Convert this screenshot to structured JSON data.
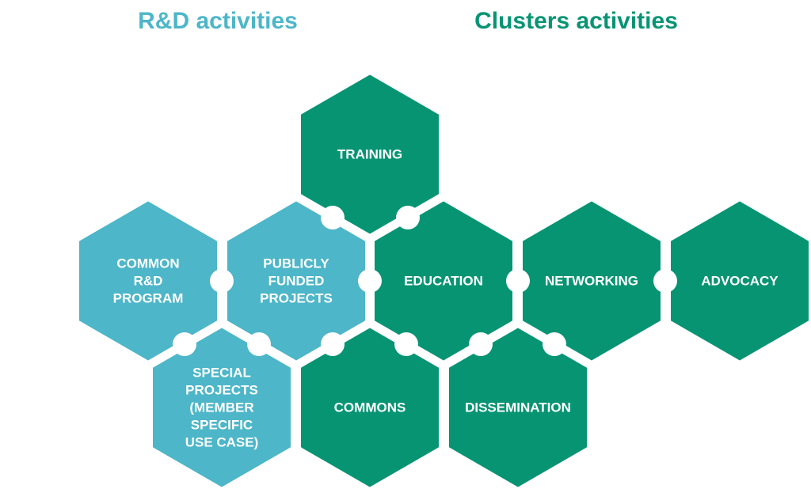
{
  "headings": {
    "rd": "R&D activities",
    "clusters": "Clusters activities"
  },
  "colors": {
    "rd": "#4DB6C8",
    "clusters": "#079473",
    "connector": "#ffffff"
  },
  "hexagons": [
    {
      "id": "training",
      "group": "clusters",
      "lines": [
        "TRAINING"
      ]
    },
    {
      "id": "common-rd-program",
      "group": "rd",
      "lines": [
        "COMMON",
        "R&D",
        "PROGRAM"
      ]
    },
    {
      "id": "publicly-funded-projects",
      "group": "rd",
      "lines": [
        "PUBLICLY",
        "FUNDED",
        "PROJECTS"
      ]
    },
    {
      "id": "education",
      "group": "clusters",
      "lines": [
        "EDUCATION"
      ]
    },
    {
      "id": "networking",
      "group": "clusters",
      "lines": [
        "NETWORKING"
      ]
    },
    {
      "id": "advocacy",
      "group": "clusters",
      "lines": [
        "ADVOCACY"
      ]
    },
    {
      "id": "special-projects",
      "group": "rd",
      "lines": [
        "SPECIAL",
        "PROJECTS",
        "(MEMBER",
        "SPECIFIC",
        "USE CASE)"
      ]
    },
    {
      "id": "commons",
      "group": "clusters",
      "lines": [
        "COMMONS"
      ]
    },
    {
      "id": "dissemination",
      "group": "clusters",
      "lines": [
        "DISSEMINATION"
      ]
    }
  ]
}
